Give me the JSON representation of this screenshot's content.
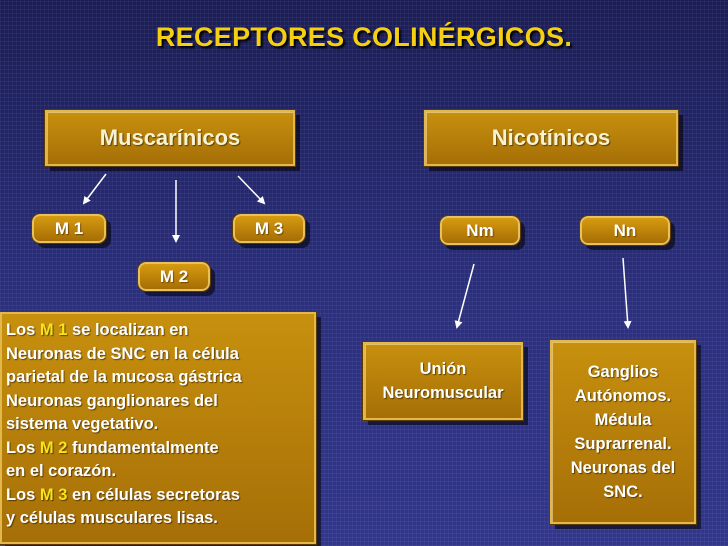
{
  "title": "RECEPTORES COLINÉRGICOS.",
  "muscarinic": {
    "label": "Muscarínicos",
    "subtypes": [
      "M 1",
      "M 2",
      "M 3"
    ]
  },
  "nicotinic": {
    "label": "Nicotínicos",
    "subtypes": [
      "Nm",
      "Nn"
    ]
  },
  "description": {
    "line1_pre": "Los ",
    "line1_hl": "M 1",
    "line1_post": " se localizan en",
    "line2": "Neuronas de SNC  en la célula",
    "line3": " parietal de la mucosa gástrica",
    "line4": "Neuronas  ganglionares del",
    "line5": "sistema vegetativo.",
    "line6_pre": "Los ",
    "line6_hl": "M 2",
    "line6_post": "  fundamentalmente",
    "line7": "en el corazón.",
    "line8_pre": "Los ",
    "line8_hl": "M 3",
    "line8_post": " en células secretoras",
    "line9": " y células musculares lisas."
  },
  "nm_target": [
    "Unión",
    "Neuromuscular"
  ],
  "nn_target": [
    "Ganglios",
    "Autónomos.",
    "Médula",
    "Suprarrenal.",
    "Neuronas del",
    "SNC."
  ],
  "colors": {
    "title": "#f5cf12",
    "box": "#b07a0a",
    "highlight": "#f7e21b",
    "background": "#2b2f7c",
    "arrow": "#ffffff"
  }
}
